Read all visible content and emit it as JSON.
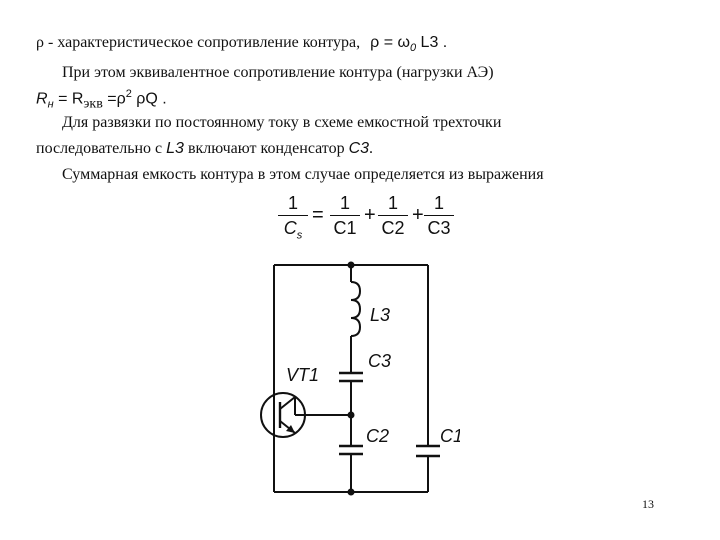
{
  "text": {
    "l1_main": "ρ - характеристическое сопротивление контура,",
    "l1_formula": "ρ = ω",
    "l1_sub": "0",
    "l1_tail": " L3 .",
    "l2": "При этом эквивалентное сопротивление контура (нагрузки АЭ)",
    "l3_r": "R",
    "l3_rsub": "н",
    "l3_eq": " = R",
    "l3_ekv": "экв",
    "l3_rho": " =ρ",
    "l3_sup": "2",
    "l3_tail": " ρQ .",
    "l4": "Для развязки по постоянному току в схеме емкостной трехточки",
    "l5_a": "последовательно с ",
    "l5_l3": "L3",
    "l5_b": " включают конденсатор ",
    "l5_c3": "C3",
    "l5_c": ".",
    "l6": "Суммарная емкость контура в этом случае определяется из выражения"
  },
  "formula": {
    "num": "1",
    "cs": "C",
    "cs_sub": "s",
    "c1": "C1",
    "c2": "C2",
    "c3": "C3",
    "eq": "=",
    "plus": "+"
  },
  "circuit": {
    "l3": "L3",
    "c3": "C3",
    "vt1": "VT1",
    "c2": "C2",
    "c1": "C1"
  },
  "page_number": "13"
}
